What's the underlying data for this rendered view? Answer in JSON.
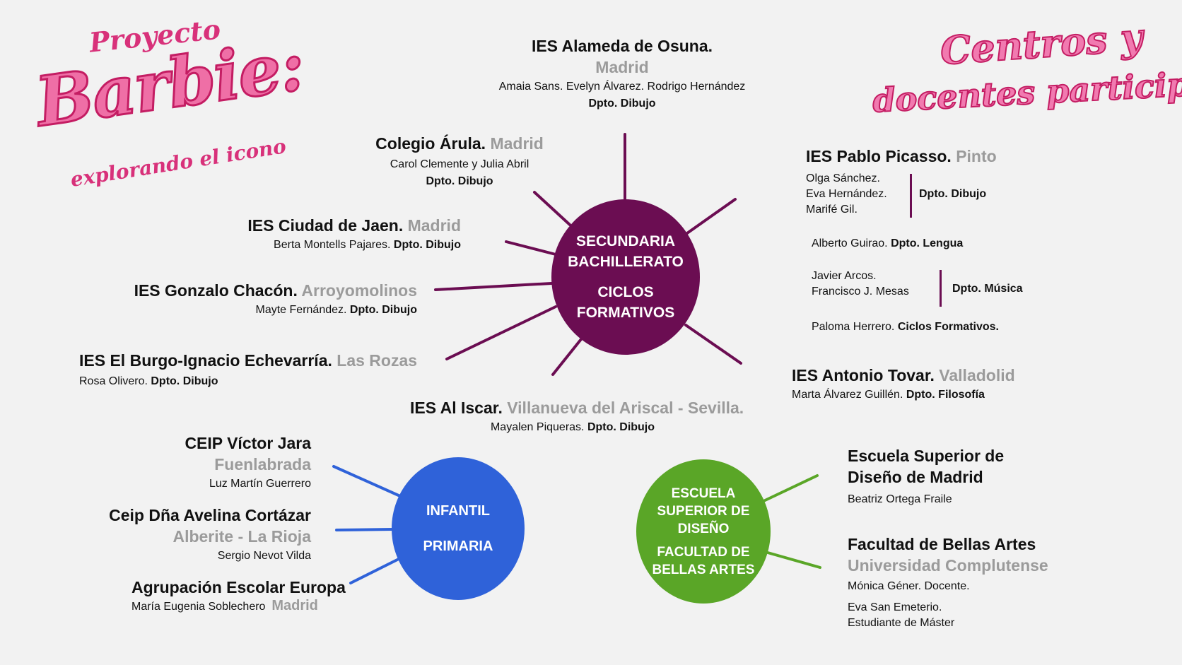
{
  "title_left": {
    "line1": "Proyecto",
    "line2": "Barbie:",
    "line3": "explorando el icono"
  },
  "title_right": {
    "line1": "Centros y",
    "line2": "docentes participantes"
  },
  "colors": {
    "secundaria": "#6b0d52",
    "infantil": "#2f62d9",
    "escuela": "#5aa627",
    "pink": "#e84a8c",
    "gray": "#9b9b9b"
  },
  "hubs": {
    "secundaria": {
      "line1": "SECUNDARIA",
      "line2": "BACHILLERATO",
      "line3": "CICLOS",
      "line4": "FORMATIVOS"
    },
    "infantil": {
      "line1": "INFANTIL",
      "line2": "PRIMARIA"
    },
    "escuela": {
      "line1": "ESCUELA",
      "line2": "SUPERIOR DE",
      "line3": "DISEÑO",
      "line4": "FACULTAD DE",
      "line5": "BELLAS ARTES"
    }
  },
  "centers": {
    "alameda": {
      "name": "IES Alameda de Osuna.",
      "loc": "Madrid",
      "people": "Amaia Sans. Evelyn Álvarez. Rodrigo Hernández",
      "dept": "Dpto. Dibujo"
    },
    "arula": {
      "name": "Colegio Árula.",
      "loc": "Madrid",
      "people": "Carol Clemente y Julia Abril",
      "dept": "Dpto. Dibujo"
    },
    "jaen": {
      "name": "IES Ciudad de Jaen.",
      "loc": "Madrid",
      "people": "Berta Montells Pajares.",
      "dept": "Dpto. Dibujo"
    },
    "chacon": {
      "name": "IES Gonzalo Chacón.",
      "loc": "Arroyomolinos",
      "people": "Mayte Fernández.",
      "dept": "Dpto. Dibujo"
    },
    "burgo": {
      "name": "IES El Burgo-Ignacio Echevarría.",
      "loc": "Las Rozas",
      "people": "Rosa Olivero.",
      "dept": "Dpto. Dibujo"
    },
    "iscar": {
      "name": "IES Al Iscar.",
      "loc": "Villanueva del Ariscal - Sevilla.",
      "people": "Mayalen Piqueras.",
      "dept": "Dpto. Dibujo"
    },
    "picasso": {
      "name": "IES Pablo Picasso.",
      "loc": "Pinto",
      "group1": [
        "Olga Sánchez.",
        "Eva Hernández.",
        "Marifé Gil."
      ],
      "group1_dept": "Dpto. Dibujo",
      "guirao": "Alberto Guirao.",
      "guirao_dept": "Dpto. Lengua",
      "group2": [
        "Javier Arcos.",
        "Francisco J. Mesas"
      ],
      "group2_dept": "Dpto. Música",
      "herrero": "Paloma Herrero.",
      "herrero_dept": "Ciclos Formativos."
    },
    "tovar": {
      "name": "IES Antonio Tovar.",
      "loc": "Valladolid",
      "people": "Marta Álvarez Guillén.",
      "dept": "Dpto. Filosofía"
    },
    "jara": {
      "name": "CEIP Víctor Jara",
      "loc": "Fuenlabrada",
      "people": "Luz Martín Guerrero"
    },
    "cortazar": {
      "name": "Ceip Dña Avelina Cortázar",
      "loc": "Alberite - La Rioja",
      "people": "Sergio Nevot Vilda"
    },
    "europa": {
      "name": "Agrupación Escolar Europa",
      "people": "María Eugenia Soblechero",
      "loc": "Madrid"
    },
    "esdm": {
      "name1": "Escuela Superior de",
      "name2": "Diseño de Madrid",
      "people": "Beatriz Ortega Fraile"
    },
    "bellas": {
      "name": "Facultad de Bellas Artes",
      "loc": "Universidad Complutense",
      "p1": "Mónica Géner. Docente.",
      "p2a": "Eva San Emeterio.",
      "p2b": "Estudiante de Máster"
    }
  }
}
